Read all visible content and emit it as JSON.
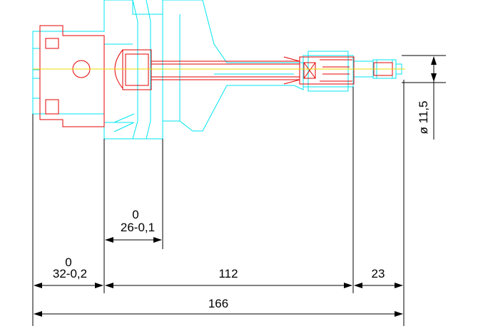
{
  "colors": {
    "background": "#ffffff",
    "outline": "#00e5f0",
    "section": "#e60000",
    "centerline": "#f2d800",
    "dimension": "#000000"
  },
  "dimensions": {
    "tool_length": {
      "value": "112"
    },
    "overall_length": {
      "value": "166"
    },
    "projection_length": {
      "value": "23"
    },
    "flange_length": {
      "upper": "0",
      "value": "32-0,2"
    },
    "shank_length": {
      "upper": "0",
      "value": "26-0,1"
    },
    "diameter": {
      "value": "ø 11,5"
    }
  }
}
